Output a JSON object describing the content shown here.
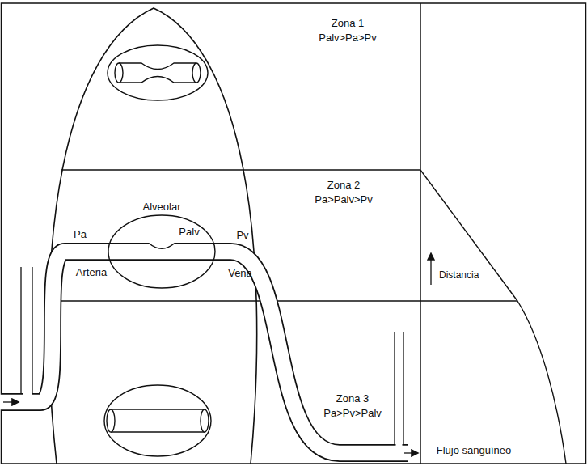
{
  "diagram": {
    "labels": [
      "Zona 1",
      "Palv>Pa>Pv",
      "Zona 2",
      "Pa>Palv>Pv",
      "Alveolar",
      "Palv",
      "Pa",
      "Pv",
      "Arteria",
      "Vena",
      "Distancia",
      "Zona 3",
      "Pa>Pv>Palv",
      "Flujo sanguíneo"
    ]
  }
}
